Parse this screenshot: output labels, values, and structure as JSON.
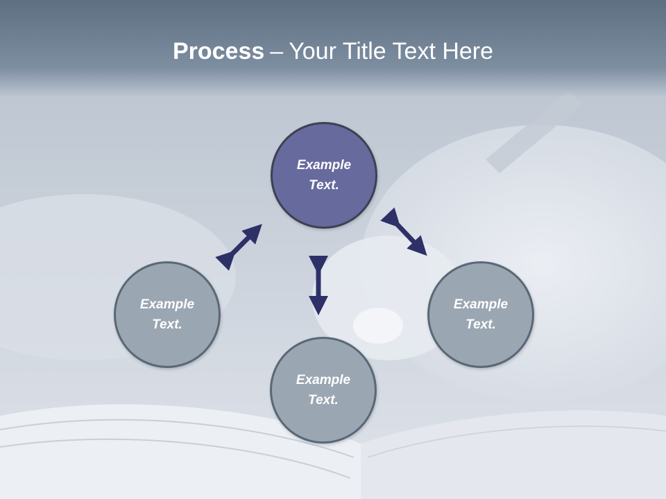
{
  "slide": {
    "title_bold": "Process",
    "title_separator": "–",
    "title_rest": "Your Title Text Here"
  },
  "nodes": {
    "top": {
      "text": "Example Text."
    },
    "left": {
      "text": "Example Text."
    },
    "bottom": {
      "text": "Example Text."
    },
    "right": {
      "text": "Example Text."
    }
  },
  "colors": {
    "header": "#6f7f93",
    "highlight_node": "#676a9d",
    "node": "#9aa6b2",
    "arrow": "#2e3168"
  },
  "background_image": "photo-hand-writing-in-notebook"
}
